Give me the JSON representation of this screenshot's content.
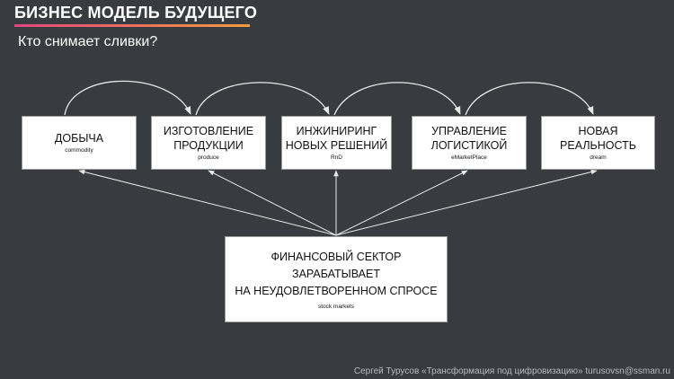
{
  "slide": {
    "title": "БИЗНЕС МОДЕЛЬ БУДУЩЕГО",
    "subtitle": "Кто снимает сливки?",
    "footer": "Сергей Турусов «Трансформация под цифровизацию» turusovsn@ssman.ru"
  },
  "colors": {
    "background": "#383c40",
    "title_bar_start": "#e2467e",
    "title_bar_end": "#f49a3e",
    "arrow": "#e8e8e8"
  },
  "diagram": {
    "stages": [
      {
        "id": "mining",
        "name": "ДОБЫЧА",
        "tag": "commodity"
      },
      {
        "id": "production",
        "name": "ИЗГОТОВЛЕНИЕ\nПРОДУКЦИИ",
        "tag": "produce"
      },
      {
        "id": "engineering",
        "name": "ИНЖИНИРИНГ\nНОВЫХ РЕШЕНИЙ",
        "tag": "RnD"
      },
      {
        "id": "logistics",
        "name": "УПРАВЛЕНИЕ\nЛОГИСТИКОЙ",
        "tag": "eMarketPlace"
      },
      {
        "id": "reality",
        "name": "НОВАЯ\nРЕАЛЬНОСТЬ",
        "tag": "dream"
      }
    ],
    "hub": {
      "name": "ФИНАНСОВЫЙ СЕКТОР\nЗАРАБАТЫВАЕТ\nНА НЕУДОВЛЕТВОРЕННОМ СПРОСЕ",
      "tag": "stock markets"
    }
  }
}
